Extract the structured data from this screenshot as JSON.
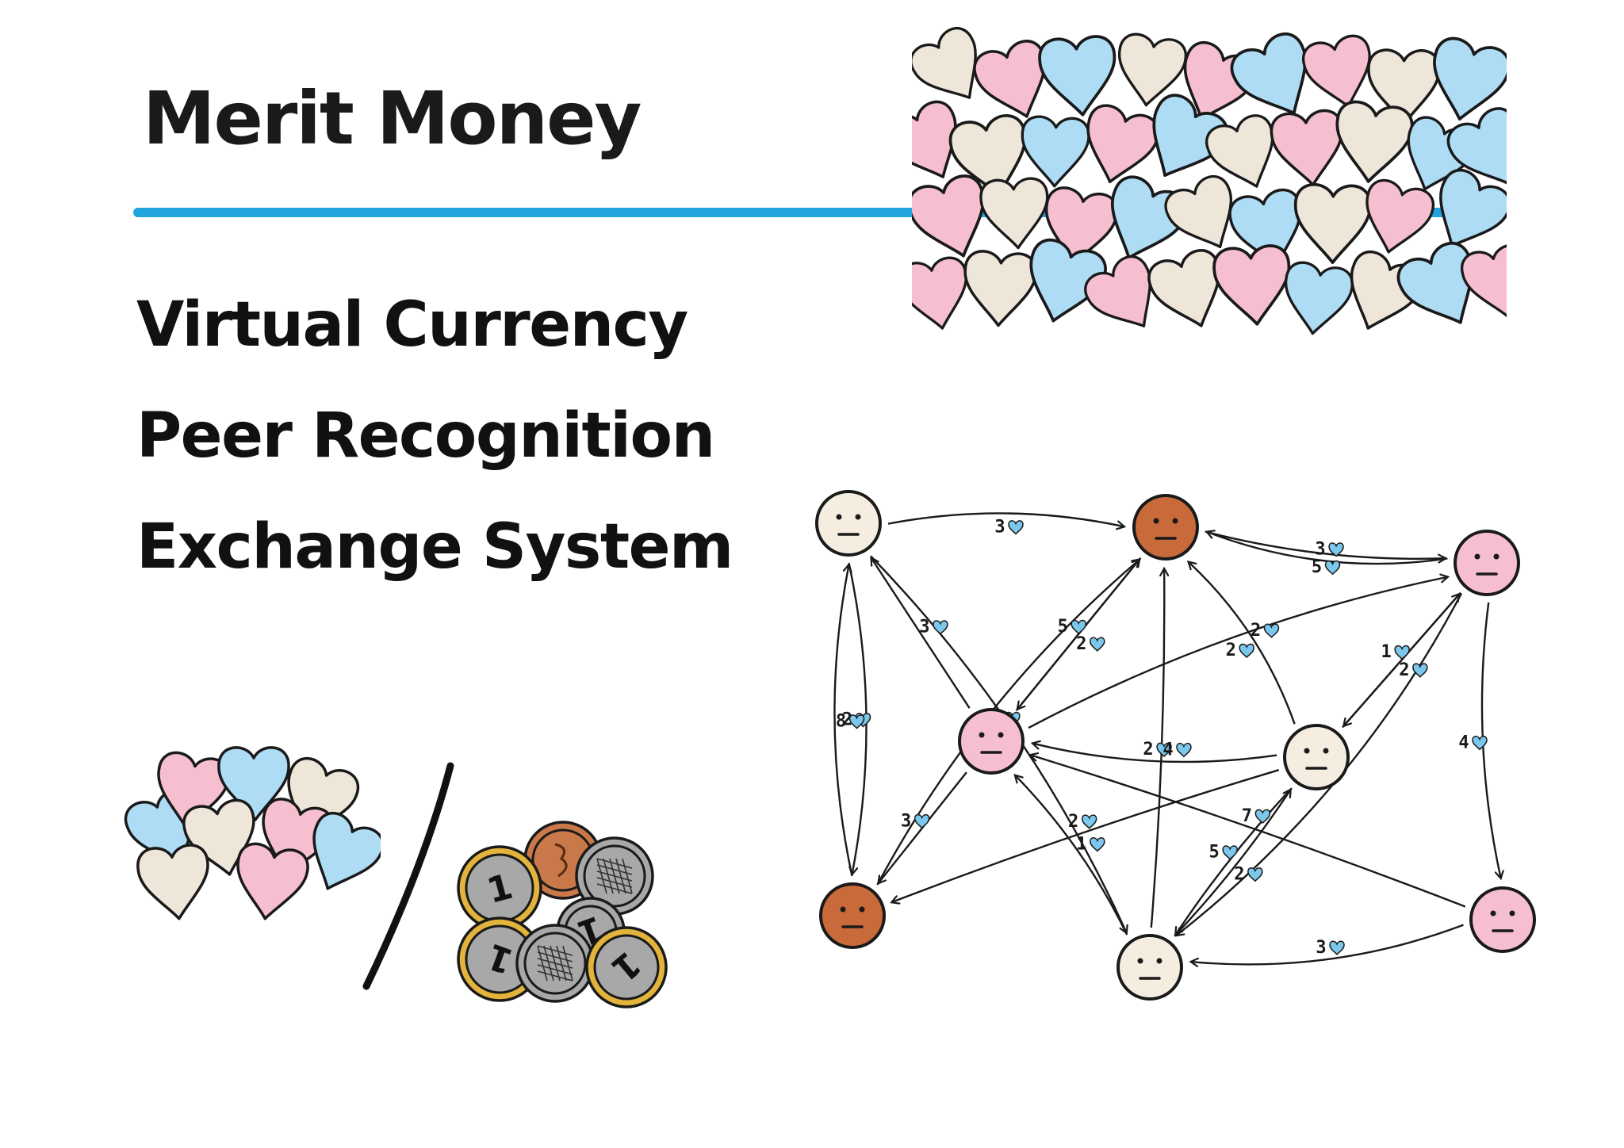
{
  "title": "Merit Money",
  "bullets": [
    "Virtual Currency",
    "Peer Recognition",
    "Exchange System"
  ],
  "colors": {
    "rule": "#22a4dc",
    "token_pink": "#f6bfd0",
    "token_blue": "#aedcf5",
    "token_cream": "#efe6da",
    "face_cream": "#f4ede0",
    "face_pink": "#f6bfd0",
    "face_brown": "#c86a3a",
    "heart": "#7cc7ec",
    "coin_gold": "#e3b43c",
    "coin_silver": "#a8a8a8",
    "coin_copper": "#c9784a"
  },
  "network": {
    "nodes": [
      {
        "id": "tl",
        "tone": "cream"
      },
      {
        "id": "tc",
        "tone": "brown"
      },
      {
        "id": "tr",
        "tone": "pink"
      },
      {
        "id": "ml",
        "tone": "pink"
      },
      {
        "id": "mr",
        "tone": "cream"
      },
      {
        "id": "bl",
        "tone": "brown"
      },
      {
        "id": "bc",
        "tone": "cream"
      },
      {
        "id": "br",
        "tone": "pink"
      }
    ],
    "edges": [
      {
        "from": "tl",
        "to": "tc",
        "label": "3"
      },
      {
        "from": "tr",
        "to": "tc",
        "label": "3"
      },
      {
        "from": "tc",
        "to": "tr",
        "label": "5"
      },
      {
        "from": "tl",
        "to": "bl",
        "label": "2"
      },
      {
        "from": "bl",
        "to": "tl",
        "label": "8"
      },
      {
        "from": "ml",
        "to": "tl",
        "label": "3"
      },
      {
        "from": "bl",
        "to": "tc",
        "label": "2"
      },
      {
        "from": "tc",
        "to": "ml",
        "label": "5"
      },
      {
        "from": "ml",
        "to": "tc",
        "label": "2"
      },
      {
        "from": "ml",
        "to": "tr",
        "label": "2"
      },
      {
        "from": "mr",
        "to": "tc",
        "label": "2"
      },
      {
        "from": "tr",
        "to": "mr",
        "label": "1"
      },
      {
        "from": "mr",
        "to": "tr",
        "label": "2"
      },
      {
        "from": "mr",
        "to": "ml",
        "label": "2"
      },
      {
        "from": "tr",
        "to": "br",
        "label": "4"
      },
      {
        "from": "tr",
        "to": "bc",
        "label": "2"
      },
      {
        "from": "mr",
        "to": "bl",
        "label": "2"
      },
      {
        "from": "bc",
        "to": "mr",
        "label": "2"
      },
      {
        "from": "ml",
        "to": "bl",
        "label": "3"
      },
      {
        "from": "bc",
        "to": "ml",
        "label": "1"
      },
      {
        "from": "bc",
        "to": "tc",
        "label": "4"
      },
      {
        "from": "mr",
        "to": "bc",
        "label": "5"
      },
      {
        "from": "br",
        "to": "ml",
        "label": "7"
      },
      {
        "from": "tl",
        "to": "bc",
        "label": "5"
      },
      {
        "from": "br",
        "to": "bc",
        "label": "3"
      }
    ]
  },
  "coins": [
    {
      "numeral": "1"
    },
    {
      "numeral": "1"
    },
    {
      "numeral": "1"
    },
    {
      "numeral": "1"
    }
  ]
}
